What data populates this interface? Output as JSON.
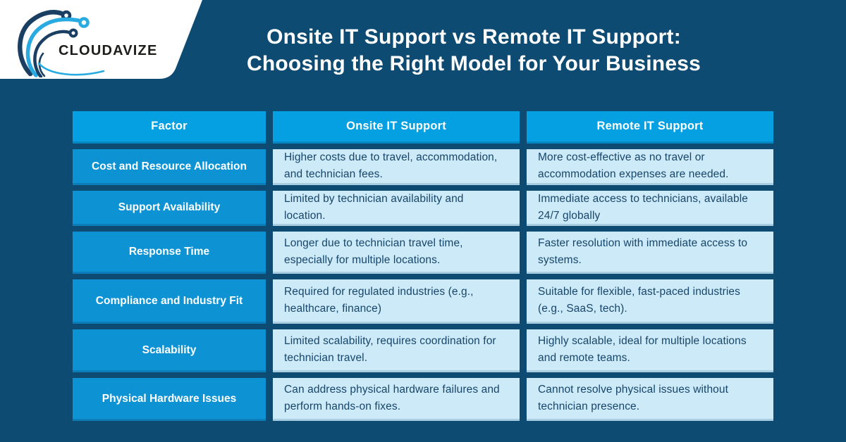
{
  "brand": {
    "name": "CLOUDAVIZE",
    "logo_icon": "circuit-swoosh-icon"
  },
  "header": {
    "title_line1": "Onsite IT Support vs Remote IT Support:",
    "title_line2": "Choosing the Right Model for Your Business"
  },
  "table": {
    "columns": [
      "Factor",
      "Onsite IT Support",
      "Remote IT Support"
    ],
    "rows": [
      {
        "factor": "Cost and Resource Allocation",
        "onsite": "Higher costs due to travel, accommodation, and technician fees.",
        "remote": "More cost-effective as no travel or accommodation expenses are needed."
      },
      {
        "factor": "Support Availability",
        "onsite": "Limited by technician availability and location.",
        "remote": "Immediate access to technicians, available 24/7 globally"
      },
      {
        "factor": "Response Time",
        "onsite": "Longer due to technician travel time, especially for multiple locations.",
        "remote": "Faster resolution with immediate access to systems."
      },
      {
        "factor": "Compliance and Industry Fit",
        "onsite": "Required for regulated industries (e.g., healthcare, finance)",
        "remote": "Suitable for flexible, fast-paced industries (e.g., SaaS, tech)."
      },
      {
        "factor": "Scalability",
        "onsite": "Limited scalability, requires coordination for technician travel.",
        "remote": "Highly scalable, ideal for multiple locations and remote teams."
      },
      {
        "factor": "Physical Hardware Issues",
        "onsite": "Can address physical hardware failures and perform hands-on fixes.",
        "remote": "Cannot resolve physical issues without technician presence."
      }
    ]
  },
  "colors": {
    "background_navy": "#0e4b73",
    "header_blue": "#05a0e2",
    "factor_blue": "#0d93d4",
    "light_cell_blue": "#cdeaf8",
    "cell_text_navy": "#17466b",
    "logo_navy": "#1b3f63",
    "logo_light_blue": "#29abe2",
    "title_text": "#ffffff"
  }
}
